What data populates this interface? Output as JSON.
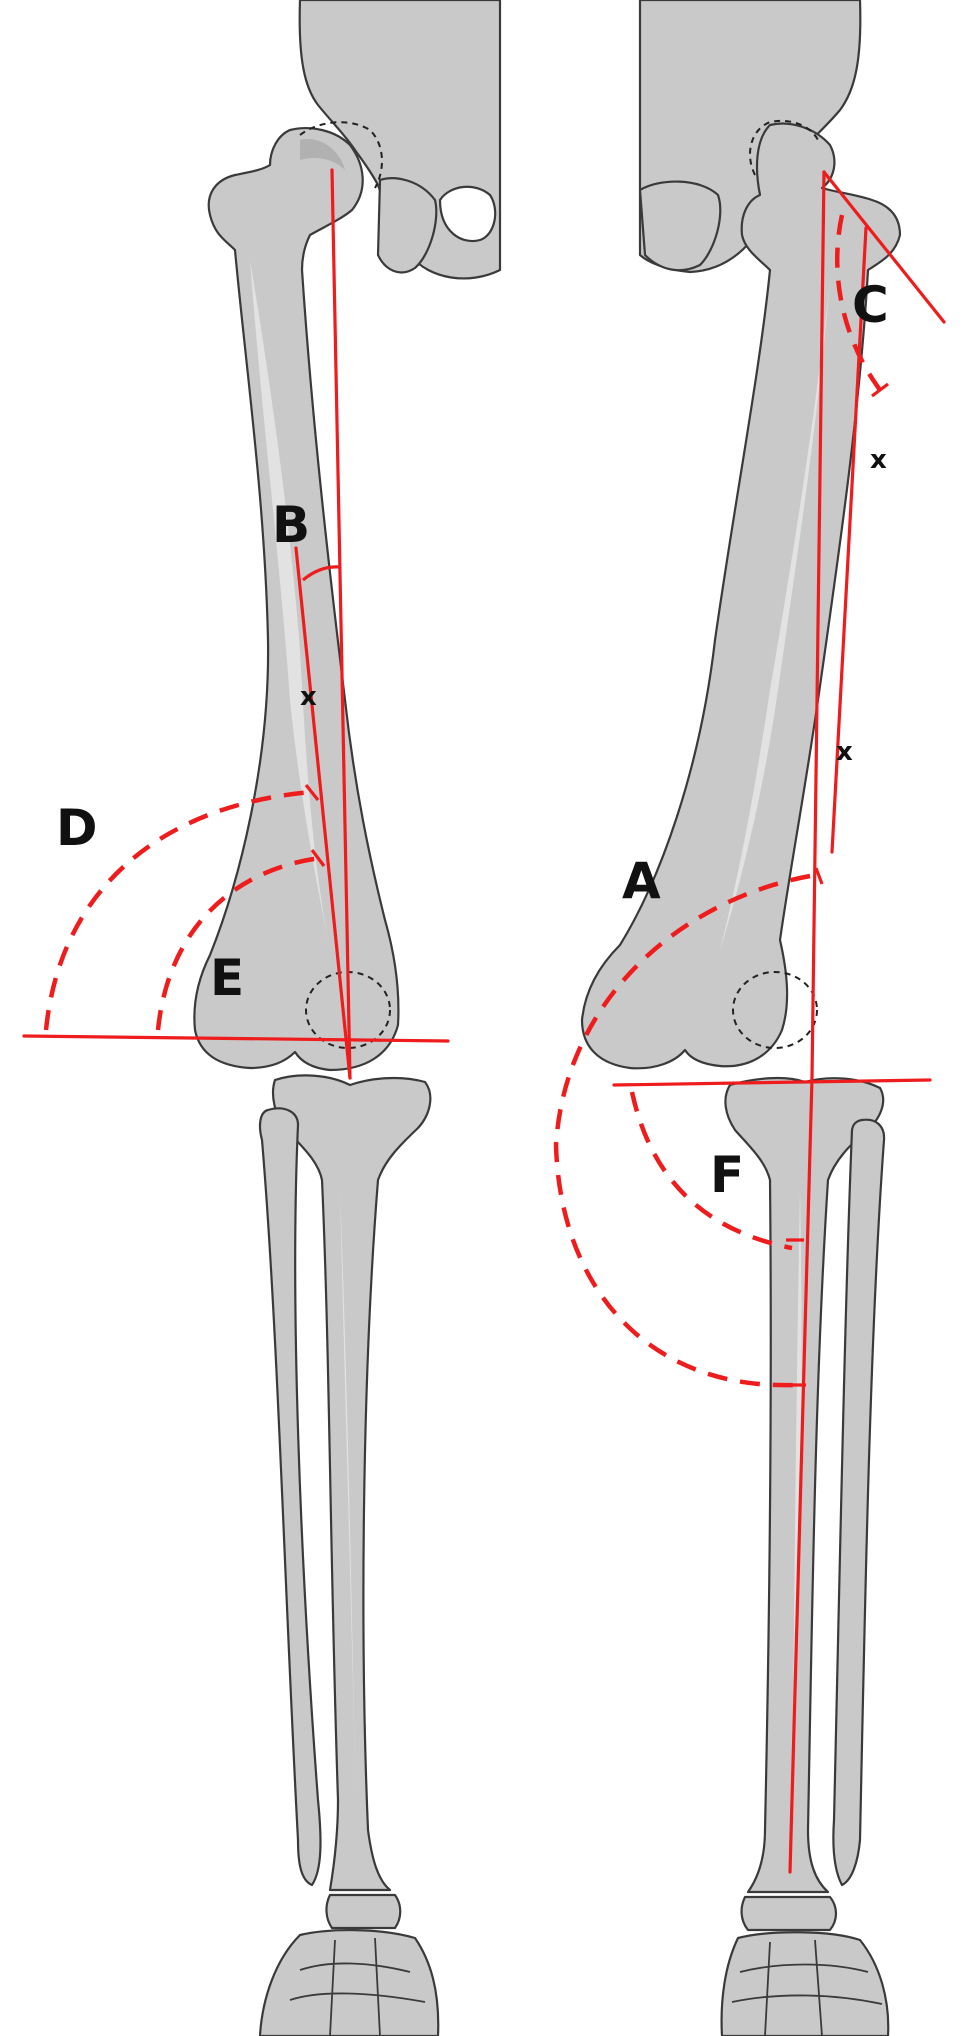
{
  "labels": {
    "a": "A",
    "b": "B",
    "c": "C",
    "d": "D",
    "e": "E",
    "f": "F"
  },
  "markers": {
    "left_femur_midpoint": "x",
    "right_femur_upper": "x",
    "right_femur_lower": "x"
  },
  "colors": {
    "axis_lines": "#ee1c1c",
    "bone_fill": "#c9c9c9",
    "bone_outline": "#3a3a3a",
    "label_text": "#111111"
  }
}
